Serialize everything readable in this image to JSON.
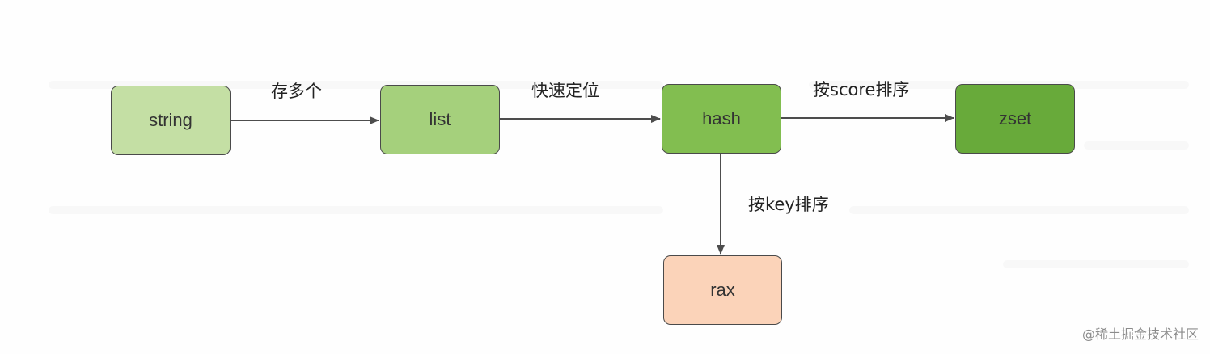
{
  "nodes": {
    "string": {
      "label": "string",
      "color": "#c4dfa4"
    },
    "list": {
      "label": "list",
      "color": "#a5d07c"
    },
    "hash": {
      "label": "hash",
      "color": "#82be50"
    },
    "zset": {
      "label": "zset",
      "color": "#68aa3a"
    },
    "rax": {
      "label": "rax",
      "color": "#fbd3b9"
    }
  },
  "edges": {
    "string_list": {
      "label": "存多个"
    },
    "list_hash": {
      "label": "快速定位"
    },
    "hash_zset": {
      "label": "按score排序"
    },
    "hash_rax": {
      "label": "按key排序"
    }
  },
  "watermark": "@稀土掘金技术社区",
  "colors": {
    "border": "#4a4a4a",
    "arrow": "#4d4d4d"
  }
}
